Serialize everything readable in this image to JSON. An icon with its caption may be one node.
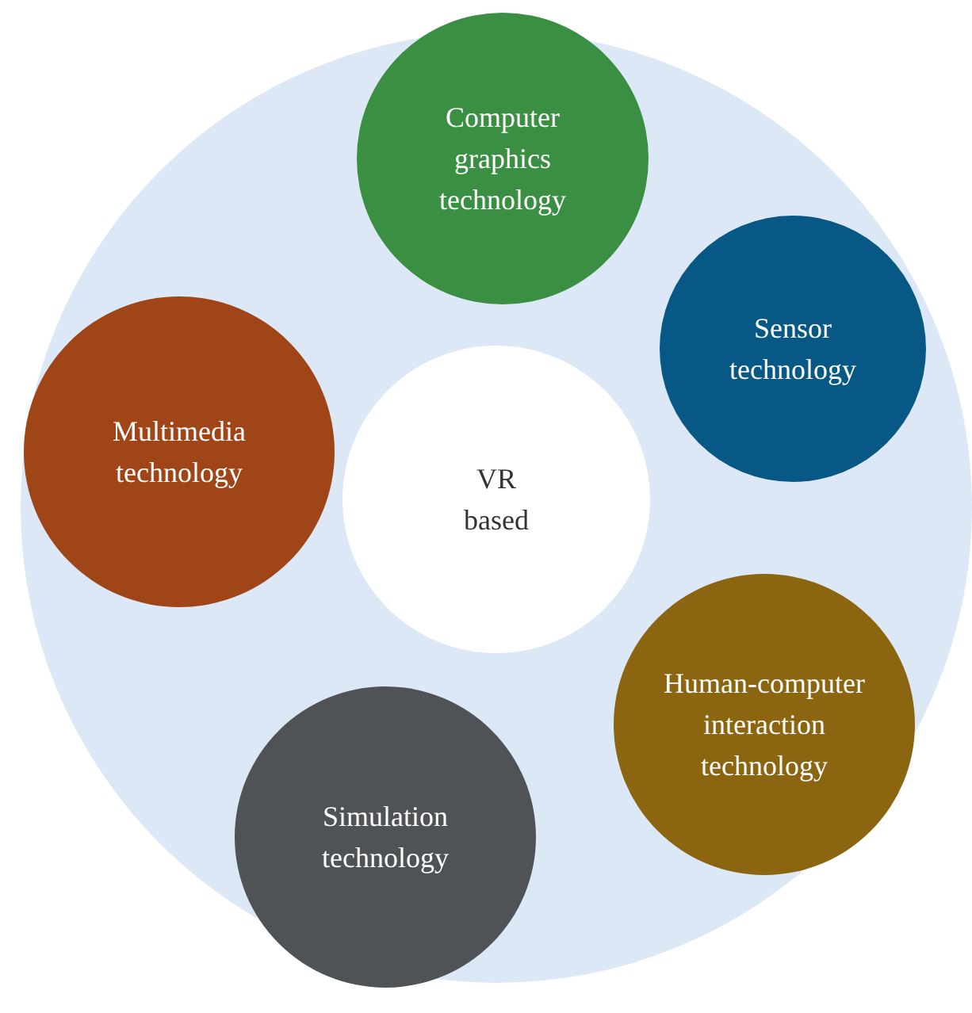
{
  "diagram": {
    "nodes": [
      {
        "text": [],
        "shape": "circle"
      },
      {
        "text": [
          "Computer graphics technology"
        ],
        "in": 0
      },
      {
        "text": [
          "Sensor technology"
        ],
        "in": 0
      },
      {
        "text": [
          "Multimedia technology"
        ],
        "in": 0
      },
      {
        "text": [
          "VR based"
        ],
        "in": 0
      },
      {
        "text": [
          "Human-computer interaction technology"
        ],
        "in": 0
      },
      {
        "text": [
          "Simulation technology"
        ],
        "in": 0
      }
    ]
  }
}
